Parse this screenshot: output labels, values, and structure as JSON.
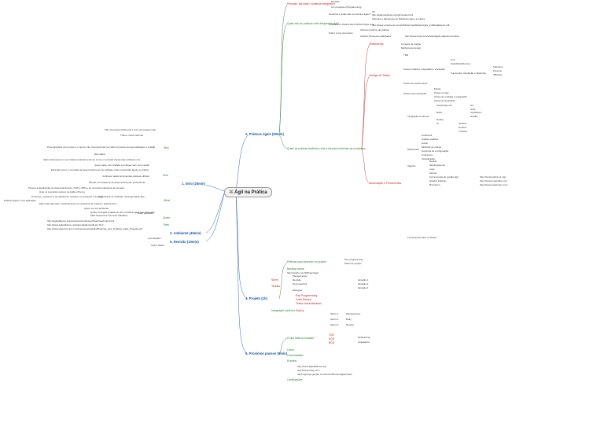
{
  "root": {
    "title": "Ágil na Prática",
    "icon": "mindmap-icon"
  },
  "colors": {
    "branch": "#1a56a8",
    "red": "#c62828",
    "green": "#2e7d32",
    "orange": "#c66a00",
    "link": "#9aa9c0",
    "text": "#333333"
  },
  "left": {
    "intro": "1. Intro (20min)",
    "why": "Why",
    "intro_why": [
      "Tão nova área tradicional e foco nas partes reais",
      "Tudo é muito informal",
      "Preocupações com tempo e o que for de nova para trás (o melhor processo de aprendizagem e a falta)",
      "Não sabia",
      "Sabe toda essa sem ser tratado anteriormente de como o mercado desenvolve software nos",
      "Quem sabe, sem tratado a entregar sem erros ainda",
      "Entender como o mercado de desenvolvimento de software está conduzindo ágeis no prática"
    ],
    "how": "How",
    "intro_how": [
      "Conhecer quais ferramentas práticas utilizam",
      "Montar um ambiente de desenvolvimento profissional"
    ],
    "what": "What",
    "intro_what": [
      "Porque a atualização de desenvolvimento, OOP e TDD e do uma das máquinas da semana",
      "Hoje os seguintes passos de Agile eXtreme",
      "Processo, conforme a semântica do método e os pessoas e da Java",
      "Engenharia de Software do Engenharia Ágil",
      "Mas toda para elas, melhoramento em ambiente de equipe e praticar bem"
    ],
    "nodes_misc": [
      "Práticas ágeis e sua aplicação"
    ],
    "quem": "Quem",
    "intro_quem": [
      "Quem eu sou ambiente",
      "Quais principais problemas dos métodos ágeis nas pessoas?",
      "Mais frequentes dos seus trabalhos",
      "Eram pessoas?"
    ],
    "refs": "Refs",
    "intro_refs": [
      "http://agilealliance.org/programs/roadmaps/Roadmap/index.html",
      "http://www.agilealliance.org/about/agilemanifesto.html",
      "http://www.objectmentor.com/resources/articles/Planning_and_Tracking_Agile_Projects.pdf"
    ],
    "ambiente": "3. Ambiente (45min)",
    "revisao": "5. Revisão (10min)",
    "revisao_items": [
      "A produção?",
      "Sobre Slides"
    ]
  },
  "right": {
    "praticas": "2. Práticas ágeis (90min)",
    "principios": "Princípio 'fail early / continual integration'",
    "principios_items": [
      "Dúvidas",
      "Um processo (Programming)"
    ],
    "quais": "Quais são as práticas mais frequentes que?",
    "quais_items": [
      "Doutores e quais são os critérios ágeis?",
      "XP",
      "http://agilemanifesto.org/principles.html",
      "Histórico e diferenças do Manifesto ágil e a cultura",
      "Pesquisas e Dados das Práticas Ágeis que",
      "http://www.versionone.com/pdf/3rdAnnualStateofAgile_FullDataReport.pdf",
      "Sobre como processos",
      "Alcance práticos abordados",
      "Ganhar processos adaptados",
      "http://www.infoq.com/articles/agile-adoption-timeline"
    ],
    "quais_facilitam": "Quais as práticas facilitam o dia-a-dia para enfrentar as mudanças",
    "refactoring": "Refactoring",
    "refactoring_items": [
      "Limpeza de código",
      "Melhoria de design"
    ],
    "design": "Design de Testes",
    "design_items": [
      "TDD",
      "Testes unitários, integração e aceitação",
      "Unit",
      "Stub/Mock/Dummy",
      "Funcionais, Aceitação e Sistemas",
      "Selenium",
      "Fitnesse",
      "JBehave",
      "Testes de performance",
      "Testes para aceitação",
      "Mocks",
      "Testes e-bugs",
      "Testes de unidade e integração",
      "Testes de aceitação"
    ],
    "automacao": "Automação e Ferramentas",
    "automacao_items": [
      "Integração Contínua",
      "Versionamento",
      "Git",
      "SVN",
      "Build",
      "Ant/Maven",
      "Gradle",
      "Deploy",
      "CI",
      "Jenkins",
      "Hudson",
      "TravisCI",
      "Dashboard",
      "Cobertura",
      "Análise estática",
      "Sonar",
      "Métricas de código",
      "Gerência de configuração",
      "Ambientes",
      "Virtualização",
      "Vagrant",
      "Docker",
      "Monitoramento",
      "Logs",
      "Alertas",
      "Ferramentas de gestão ágil",
      "Quadro Kanban",
      "Burndown",
      "http://www.jenkins-ci.org/",
      "http://www.sonarqube.org/",
      "http://www.vagrantup.com/",
      "Ferramentas para os Testes"
    ],
    "projeto": "4. Projeto (1h)",
    "projeto_items": [
      "Práticas para escrever no projeto",
      "Por programming",
      "Plano do projeto",
      "Backlog inicial",
      "https://trello.com/b/ProjectAgil",
      "Sprint",
      "Planejamento",
      "Revisão",
      "Retrospectiva",
      "Tarefas",
      "Entregas",
      "Iteração 1",
      "Iteração 2",
      "Iteração 3",
      "Pair Programming",
      "Code Review",
      "Testes automatizados",
      "Integração contínua",
      "Deploy",
      "Sprint 1",
      "Sprint 2",
      "Sprint 3",
      "Planejamento",
      "Daily",
      "Review"
    ],
    "proximos": "5. Próximos passos (5min)",
    "proximos_items": [
      "O que falta ou estudar?",
      "TDD",
      "DDD",
      "BDD",
      "Refactoring",
      "Arquitetura",
      "Livros",
      "Comunidades",
      "Eventos",
      "http://www.agilealliance.org/",
      "http://www.infoq.com/",
      "https://groups.google.com/forum/#!forum/agile-brasil",
      "Certificações"
    ]
  }
}
